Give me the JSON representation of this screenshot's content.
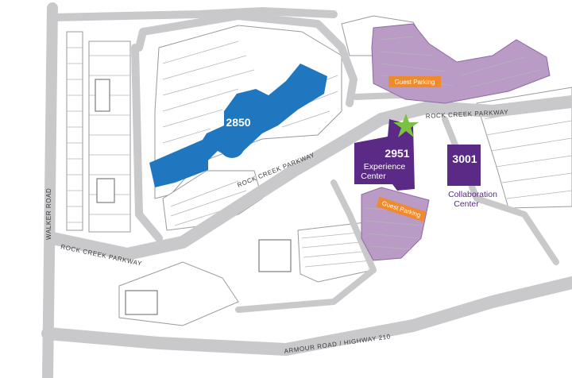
{
  "colors": {
    "blue_building": "#1f77c0",
    "purple_building": "#5b2a86",
    "purple_lot": "#b99bc6",
    "guest_orange": "#f08a2b",
    "star_green": "#7cc242",
    "road": "#c9c9cb"
  },
  "roads": {
    "walker": "WALKER ROAD",
    "rock_creek_left": "ROCK CREEK PARKWAY",
    "rock_creek_mid": "ROCK CREEK PARKWAY",
    "rock_creek_right": "ROCK CREEK PARKWAY",
    "armour": "ARMOUR ROAD / HIGHWAY 210"
  },
  "buildings": {
    "b2850": {
      "number": "2850"
    },
    "b2951": {
      "number": "2951",
      "name_line1": "Experience",
      "name_line2": "Center"
    },
    "b3001": {
      "number": "3001",
      "name_line1": "Collaboration",
      "name_line2": "Center"
    }
  },
  "parking": {
    "guest_top": "Guest Parking",
    "guest_bottom": "Guest Parking"
  },
  "markers": {
    "star_icon": "star-icon"
  }
}
